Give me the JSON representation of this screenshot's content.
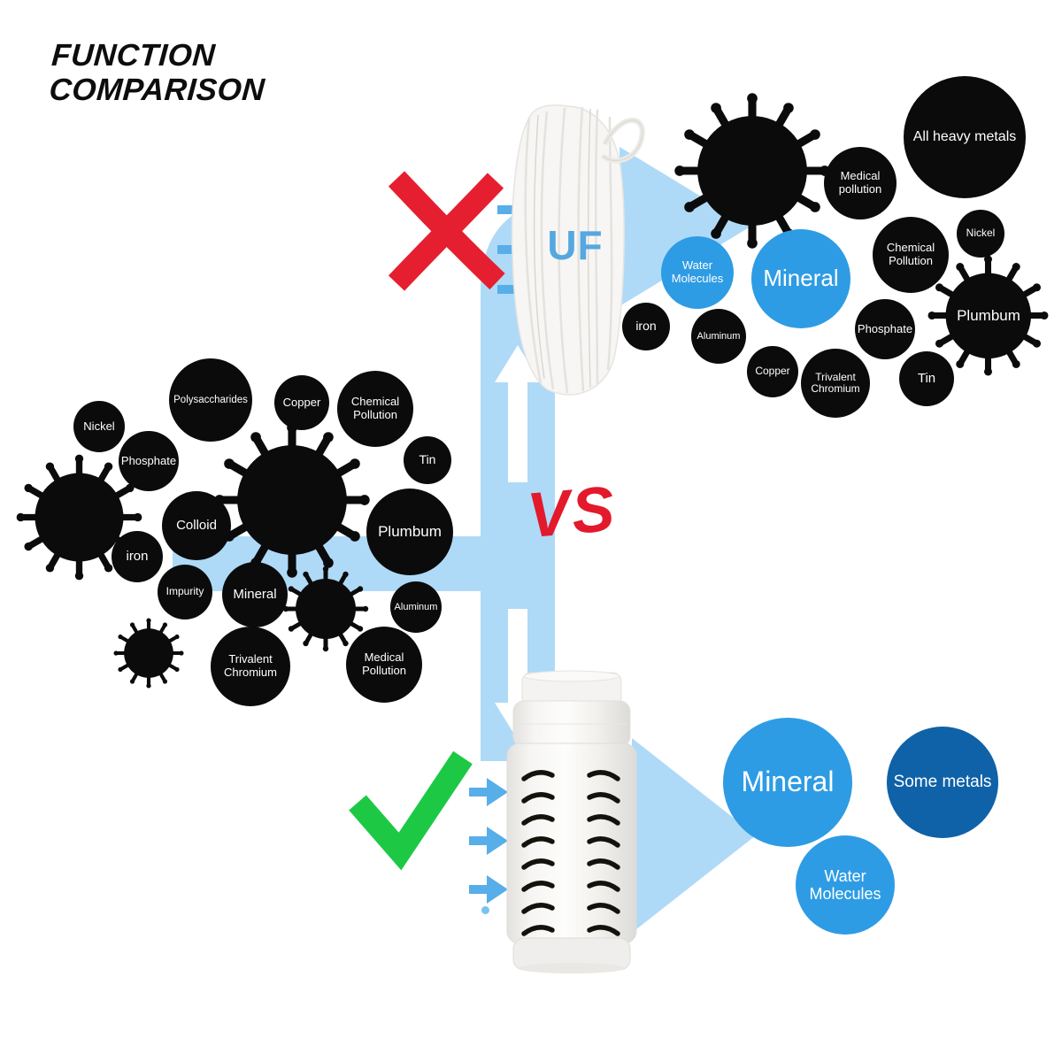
{
  "title": {
    "line1": "FUNCTION",
    "line2": "COMPARISON"
  },
  "center": {
    "uf_label": "UF",
    "vs_label": "VS"
  },
  "icons": {
    "cross_icon": "✗",
    "check_icon": "✓",
    "virus_icon": "●",
    "up_arrow_icon": "↑",
    "down_arrow_icon": "↓",
    "right_arrow_icon": "→"
  },
  "colors": {
    "flow_band": "#aedaf7",
    "small_arrow": "#57aee9",
    "bubble_black": "#0b0b0b",
    "bubble_blue": "#2e9ce4",
    "bubble_dark_blue": "#0f62a8",
    "uf_text": "#55a7e0",
    "cross": "#e51f2f",
    "vs": "#e3192c",
    "check": "#1dc944"
  },
  "left_cluster": {
    "bubbles": [
      {
        "label": "Nickel"
      },
      {
        "label": "Polysaccharides"
      },
      {
        "label": "Copper"
      },
      {
        "label": "Chemical Pollution"
      },
      {
        "label": "Phosphate"
      },
      {
        "label": "Tin"
      },
      {
        "label": "Colloid"
      },
      {
        "label": "Plumbum"
      },
      {
        "label": "iron"
      },
      {
        "label": "Impurity"
      },
      {
        "label": "Mineral"
      },
      {
        "label": "Aluminum"
      },
      {
        "label": "Trivalent Chromium"
      },
      {
        "label": "Medical Pollution"
      }
    ]
  },
  "top_right_cluster": {
    "bubbles": [
      {
        "label": "Medical pollution"
      },
      {
        "label": "All heavy metals"
      },
      {
        "label": "Nickel"
      },
      {
        "label": "Chemical Pollution"
      },
      {
        "label": "Water Molecules"
      },
      {
        "label": "Mineral"
      },
      {
        "label": "Plumbum"
      },
      {
        "label": "iron"
      },
      {
        "label": "Aluminum"
      },
      {
        "label": "Phosphate"
      },
      {
        "label": "Copper"
      },
      {
        "label": "Trivalent Chromium"
      },
      {
        "label": "Tin"
      }
    ]
  },
  "bottom_right_cluster": {
    "bubbles": [
      {
        "label": "Mineral"
      },
      {
        "label": "Some metals"
      },
      {
        "label": "Water Molecules"
      }
    ]
  }
}
